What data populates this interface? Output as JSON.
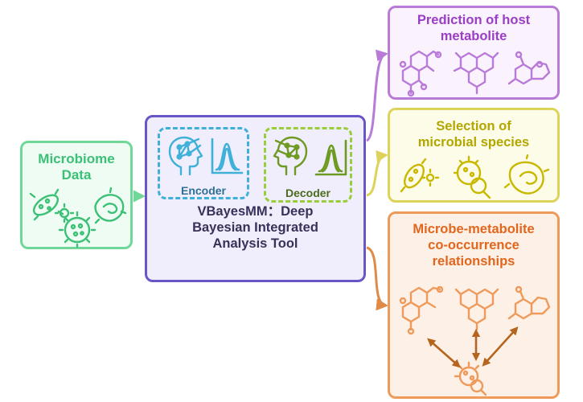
{
  "inputs": {
    "microbiome": {
      "title": "Microbiome\nData",
      "icon": "microbes-icon",
      "color": "#3cc076"
    }
  },
  "model": {
    "title": "VBayesMM：Deep\nBayesian Integrated\nAnalysis Tool",
    "encoder": {
      "label": "Encoder",
      "icons": [
        "head-network-icon",
        "distribution-chart-icon"
      ],
      "color": "#3fb1d9"
    },
    "decoder": {
      "label": "Decoder",
      "icons": [
        "head-network-icon",
        "distribution-chart-icon"
      ],
      "color": "#9acd3a"
    },
    "color": "#6a55c6"
  },
  "outputs": [
    {
      "title": "Prediction of host\nmetabolite",
      "icon": "molecule-structures-icon",
      "color": "#9b3dc6"
    },
    {
      "title": "Selection of\nmicrobial species",
      "icon": "microbe-search-icons",
      "color": "#b3a600"
    },
    {
      "title": "Microbe-metabolite\nco-occurrence\nrelationships",
      "icon": "molecule-microbe-links-icon",
      "color": "#e1661e"
    }
  ]
}
